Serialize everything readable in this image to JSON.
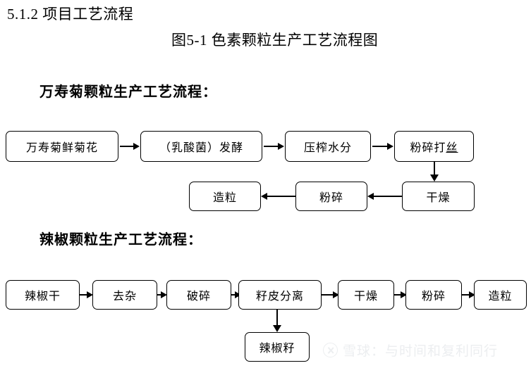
{
  "document": {
    "section_heading": "5.1.2 项目工艺流程",
    "figure_title": "图5-1 色素颗粒生产工艺流程图"
  },
  "flow1": {
    "title": "万寿菊颗粒生产工艺流程：",
    "row1": [
      {
        "label": "万寿菊鲜菊花"
      },
      {
        "label": "（乳酸菌）发酵"
      },
      {
        "label": "压榨水分"
      },
      {
        "label_prefix": "粉碎打",
        "label_underlined": "丝"
      }
    ],
    "row2": [
      {
        "label": "造粒"
      },
      {
        "label": "粉碎"
      },
      {
        "label": "干燥"
      }
    ]
  },
  "flow2": {
    "title": "辣椒颗粒生产工艺流程：",
    "row1": [
      {
        "label": "辣椒干"
      },
      {
        "label": "去杂"
      },
      {
        "label": "破碎"
      },
      {
        "label": "籽皮分离"
      },
      {
        "label": "干燥"
      },
      {
        "label": "粉碎"
      },
      {
        "label": "造粒"
      }
    ],
    "branch": {
      "label": "辣椒籽"
    }
  },
  "watermark": {
    "text": "雪球：与时间和复利同行",
    "logo_icon": "xueqiu-logo-icon",
    "color": "#eceef0"
  },
  "colors": {
    "background": "#ffffff",
    "ink": "#000000",
    "box_border": "#000000"
  }
}
